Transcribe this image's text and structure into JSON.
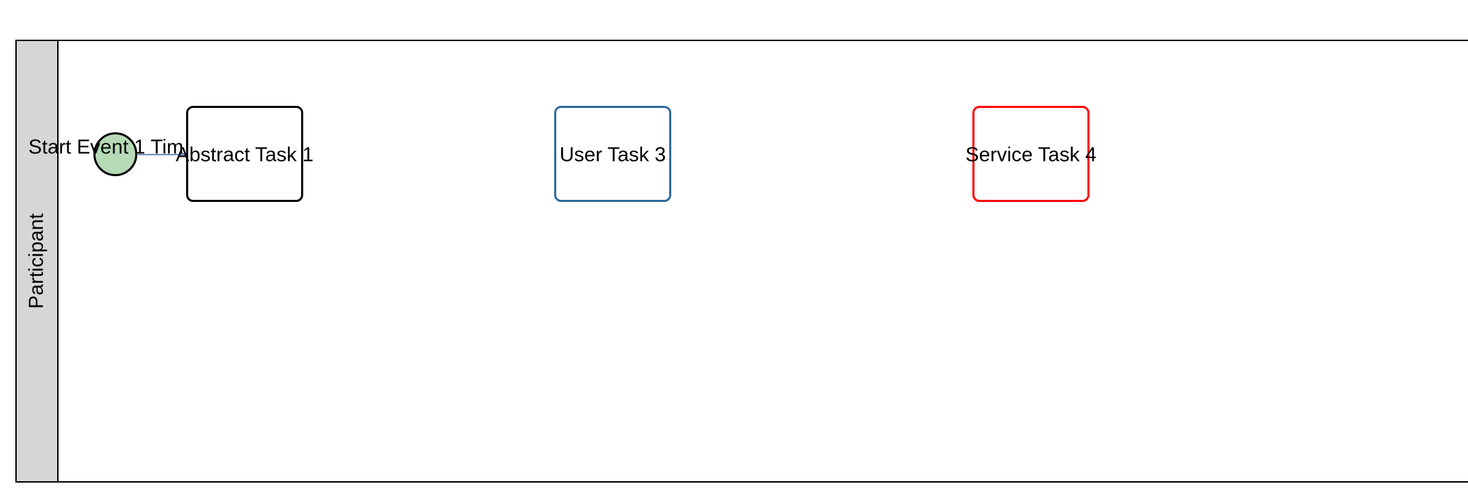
{
  "diagram": {
    "pool": {
      "lane_label": "Participant",
      "header_fill": "#d6d6d6"
    },
    "start_event": {
      "label": "Start Event 1 Tim",
      "fill": "#b6d9b6",
      "stroke": "#000000"
    },
    "tasks": [
      {
        "label": "Abstract Task 1",
        "stroke": "#000000"
      },
      {
        "label": "User Task 3",
        "stroke": "#2e6a9e"
      },
      {
        "label": "Service Task 4",
        "stroke": "#ff0000"
      }
    ],
    "flow": {
      "stroke": "#6c8ebf"
    }
  }
}
